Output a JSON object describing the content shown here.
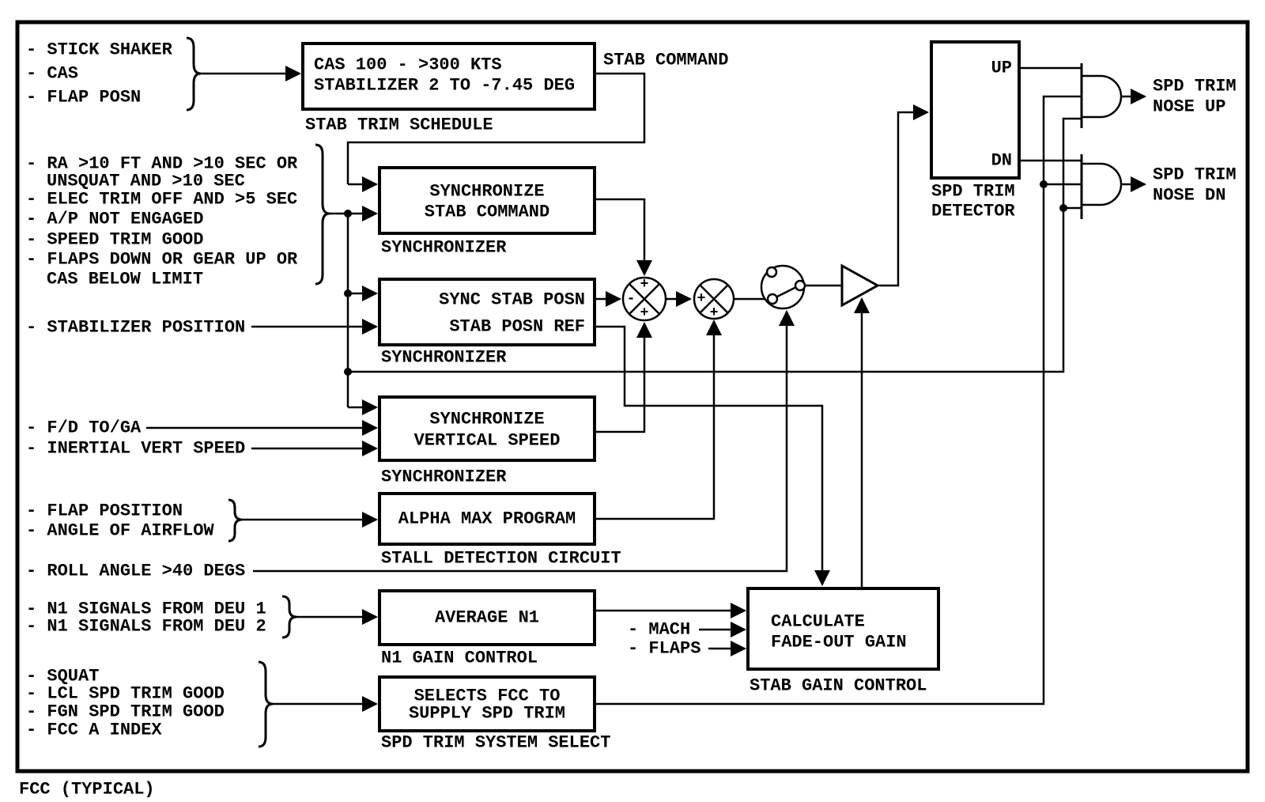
{
  "title": "FCC (TYPICAL)",
  "colors": {
    "ink": "#000000",
    "paper": "#ffffff"
  },
  "inputs": {
    "schedule_group": [
      "- STICK SHAKER",
      "- CAS",
      "- FLAP POSN"
    ],
    "arm_conditions": [
      "- RA >10 FT AND >10 SEC OR",
      "UNSQUAT AND >10 SEC",
      "- ELEC TRIM OFF AND >5 SEC",
      "- A/P NOT ENGAGED",
      "- SPEED TRIM GOOD",
      "- FLAPS DOWN OR GEAR UP OR",
      "CAS BELOW LIMIT"
    ],
    "stabilizer_position": "- STABILIZER POSITION",
    "fd_toga": "- F/D TO/GA",
    "inertial_vert_speed": "- INERTIAL VERT SPEED",
    "alpha_group": [
      "- FLAP POSITION",
      "- ANGLE OF AIRFLOW"
    ],
    "roll_angle": "- ROLL ANGLE >40 DEGS",
    "n1_group": [
      "- N1 SIGNALS FROM DEU 1",
      "- N1 SIGNALS FROM DEU 2"
    ],
    "select_group": [
      "- SQUAT",
      "- LCL SPD TRIM GOOD",
      "- FGN SPD TRIM GOOD",
      "- FCC A INDEX"
    ],
    "mach": "- MACH",
    "flaps": "- FLAPS"
  },
  "boxes": {
    "stab_trim_schedule": {
      "lines": [
        "CAS 100 - >300 KTS",
        "STABILIZER 2 TO -7.45 DEG"
      ],
      "label": "STAB TRIM SCHEDULE"
    },
    "sync_stab_command": {
      "lines": [
        "SYNCHRONIZE",
        "STAB COMMAND"
      ],
      "label": "SYNCHRONIZER"
    },
    "sync_stab_posn": {
      "lines": [
        "SYNC STAB POSN",
        "STAB POSN REF"
      ],
      "label": "SYNCHRONIZER"
    },
    "sync_vert_speed": {
      "lines": [
        "SYNCHRONIZE",
        "VERTICAL SPEED"
      ],
      "label": "SYNCHRONIZER"
    },
    "alpha_max": {
      "lines": [
        "ALPHA MAX PROGRAM"
      ],
      "label": "STALL DETECTION CIRCUIT"
    },
    "average_n1": {
      "lines": [
        "AVERAGE N1"
      ],
      "label": "N1 GAIN CONTROL"
    },
    "fadeout_gain": {
      "lines": [
        "CALCULATE",
        "FADE-OUT GAIN"
      ],
      "label": "STAB GAIN CONTROL"
    },
    "spd_trim_select": {
      "lines": [
        "SELECTS FCC TO",
        "SUPPLY SPD TRIM"
      ],
      "label": "SPD TRIM SYSTEM SELECT"
    },
    "spd_trim_detector": {
      "port_up": "UP",
      "port_dn": "DN",
      "label_lines": [
        "SPD TRIM",
        "DETECTOR"
      ]
    }
  },
  "annotations": {
    "stab_command": "STAB COMMAND"
  },
  "outputs": {
    "nose_up": [
      "SPD TRIM",
      "NOSE UP"
    ],
    "nose_dn": [
      "SPD TRIM",
      "NOSE DN"
    ]
  },
  "summing": {
    "s1": {
      "top": "+",
      "left": "-",
      "bottom": "+"
    },
    "s2": {
      "left": "+",
      "bottom": "+"
    }
  }
}
